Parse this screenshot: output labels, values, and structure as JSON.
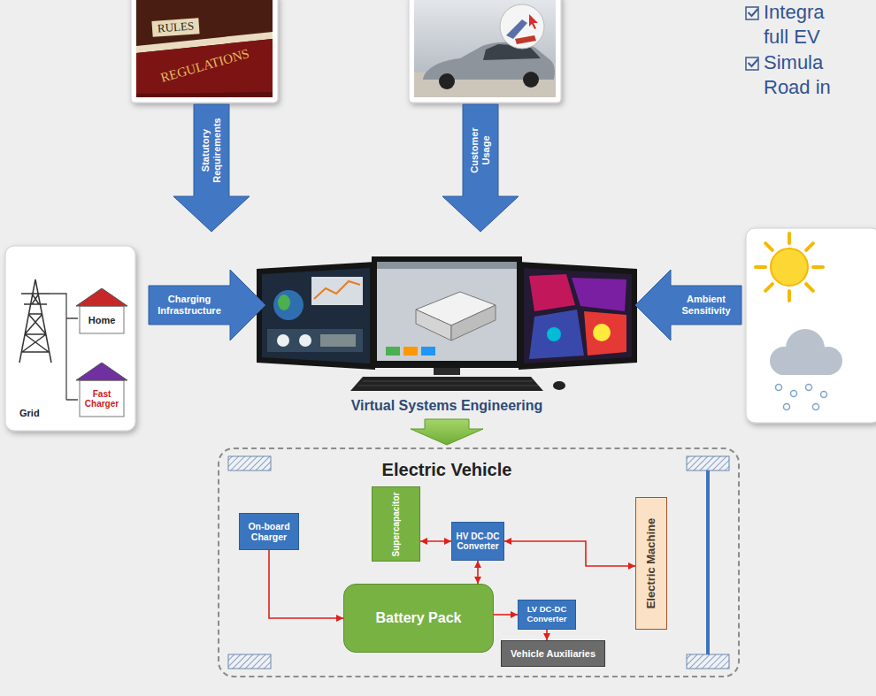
{
  "diagram": {
    "nodes": [
      {
        "text": [
          "Statutory Requirements"
        ]
      },
      {
        "text": [
          "Customer Usage"
        ]
      },
      {
        "text": [
          "Grid"
        ]
      },
      {
        "text": [
          "Home"
        ],
        "in": 2
      },
      {
        "text": [
          "Fast Charger"
        ],
        "in": 2
      },
      {
        "text": [
          "Charging Infrastructure"
        ]
      },
      {
        "text": [
          "Ambient Sensitivity"
        ]
      },
      {
        "text": [
          "Electric Vehicle"
        ]
      },
      {
        "text": [
          "On-board Charger"
        ],
        "in": 7
      },
      {
        "text": [
          "Supercapacitor"
        ],
        "in": 7
      },
      {
        "text": [
          "HV DC-DC Converter"
        ],
        "in": 7
      },
      {
        "text": [
          "Electric Machine"
        ],
        "in": 7
      },
      {
        "text": [
          "Battery Pack"
        ],
        "in": 7
      },
      {
        "text": [
          "LV DC-DC Converter"
        ],
        "in": 7
      },
      {
        "text": [
          "Vehicle Auxiliaries"
        ],
        "in": 7
      }
    ],
    "edges": [
      {
        "from": 8,
        "to": 12,
        "arrow": "to"
      },
      {
        "from": 12,
        "to": 10,
        "arrow": "both"
      },
      {
        "from": 10,
        "to": 9,
        "arrow": "both"
      },
      {
        "from": 10,
        "to": 11,
        "arrow": "both"
      },
      {
        "from": 12,
        "to": 13,
        "arrow": "to"
      },
      {
        "from": 13,
        "to": 14,
        "arrow": "to"
      }
    ],
    "labels": [
      "Integra full EV",
      "Simula Road in",
      "RULES",
      "REGULATIONS",
      "Virtual Systems Engineering"
    ]
  }
}
